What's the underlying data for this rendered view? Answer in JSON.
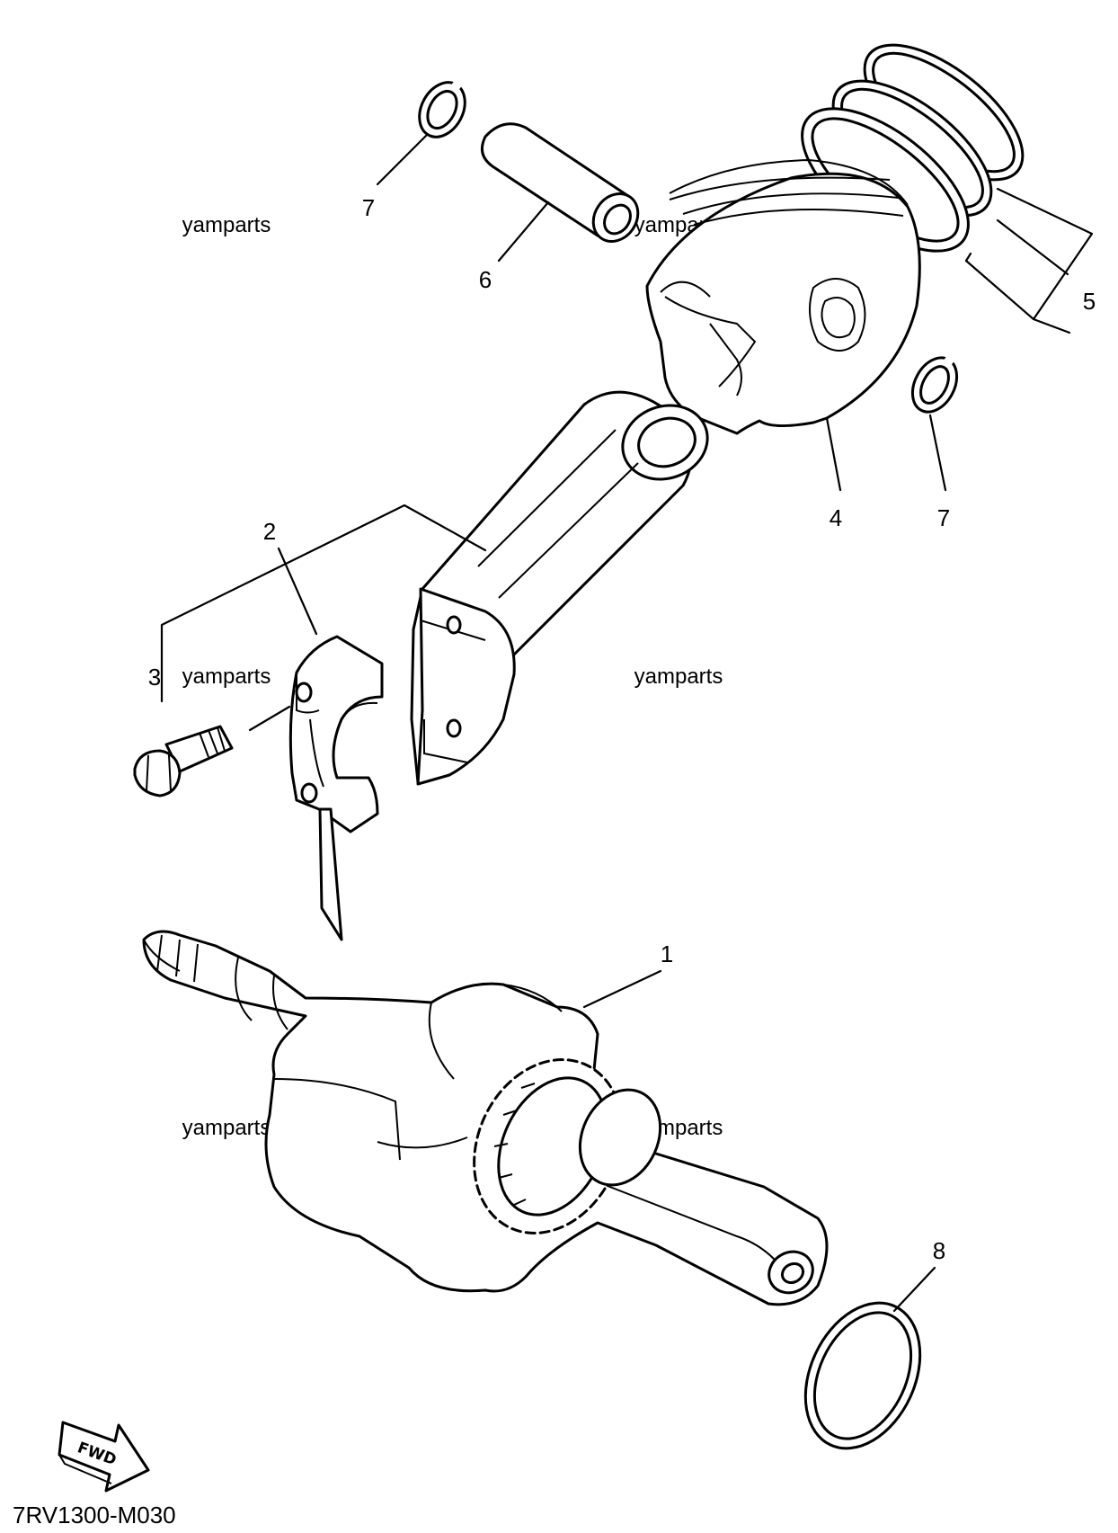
{
  "diagram_code": "7RV1300-M030",
  "watermark": "yamparts",
  "fwd_label": "FWD",
  "callouts": {
    "c1": "1",
    "c2": "2",
    "c3": "3",
    "c4": "4",
    "c5": "5",
    "c6": "6",
    "c7a": "7",
    "c7b": "7",
    "c8": "8"
  }
}
